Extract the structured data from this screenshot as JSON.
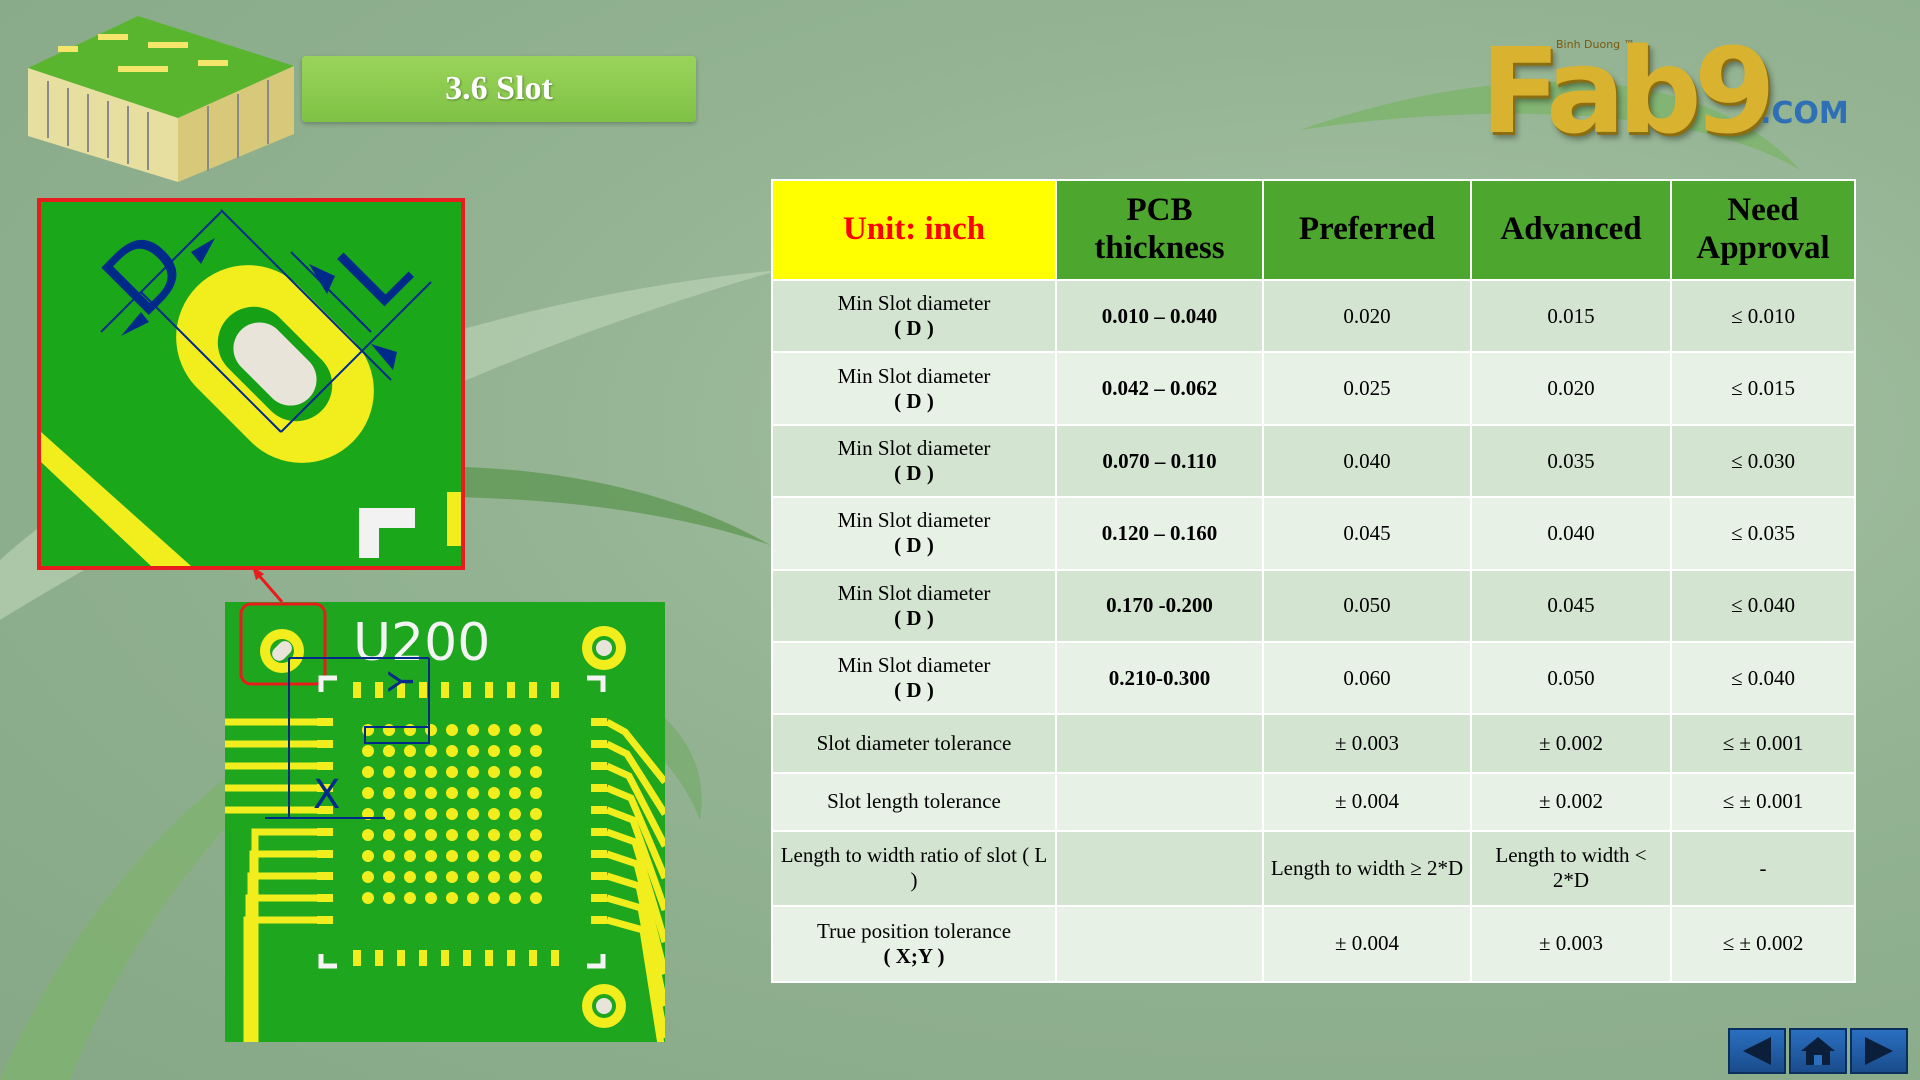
{
  "title": "3.6 Slot",
  "logo": {
    "brand": "Fab9",
    "tagline": "Binh Duong ™",
    "suffix": ".COM"
  },
  "diagram": {
    "zoom_labels": {
      "d": "D",
      "l": "L"
    },
    "board_labels": {
      "ref": "U200",
      "x": "X",
      "y": "Y"
    }
  },
  "table": {
    "headers": {
      "unit": "Unit: inch",
      "pcb_thickness": "PCB thickness",
      "preferred": "Preferred",
      "advanced": "Advanced",
      "need_approval": "Need Approval"
    },
    "rows": [
      {
        "label": "Min Slot diameter",
        "sub": "( D )",
        "thickness": "0.010 – 0.040",
        "preferred": "0.020",
        "advanced": "0.015",
        "approval": "≤ 0.010"
      },
      {
        "label": "Min Slot diameter",
        "sub": "( D )",
        "thickness": "0.042 – 0.062",
        "preferred": "0.025",
        "advanced": "0.020",
        "approval": "≤ 0.015"
      },
      {
        "label": "Min Slot diameter",
        "sub": "( D )",
        "thickness": "0.070 – 0.110",
        "preferred": "0.040",
        "advanced": "0.035",
        "approval": "≤ 0.030"
      },
      {
        "label": "Min Slot diameter",
        "sub": "( D )",
        "thickness": "0.120 – 0.160",
        "preferred": "0.045",
        "advanced": "0.040",
        "approval": "≤ 0.035"
      },
      {
        "label": "Min Slot diameter",
        "sub": "( D )",
        "thickness": "0.170 -0.200",
        "preferred": "0.050",
        "advanced": "0.045",
        "approval": "≤ 0.040"
      },
      {
        "label": "Min Slot diameter",
        "sub": "( D )",
        "thickness": "0.210-0.300",
        "preferred": "0.060",
        "advanced": "0.050",
        "approval": "≤ 0.040"
      },
      {
        "label": "Slot diameter tolerance",
        "sub": "",
        "thickness": "",
        "preferred": "± 0.003",
        "advanced": "± 0.002",
        "approval": "≤ ± 0.001"
      },
      {
        "label": "Slot length tolerance",
        "sub": "",
        "thickness": "",
        "preferred": "± 0.004",
        "advanced": "± 0.002",
        "approval": "≤ ± 0.001"
      },
      {
        "label": "Length to width ratio of slot ( L )",
        "sub": "",
        "thickness": "",
        "preferred": "Length to width ≥ 2*D",
        "advanced": "Length to width < 2*D",
        "approval": "-"
      },
      {
        "label": "True position tolerance",
        "sub": "( X;Y )",
        "thickness": "",
        "preferred": "± 0.004",
        "advanced": "± 0.003",
        "approval": "≤ ±  0.002"
      }
    ]
  },
  "nav": {
    "prev": "previous-slide",
    "home": "home",
    "next": "next-slide"
  }
}
